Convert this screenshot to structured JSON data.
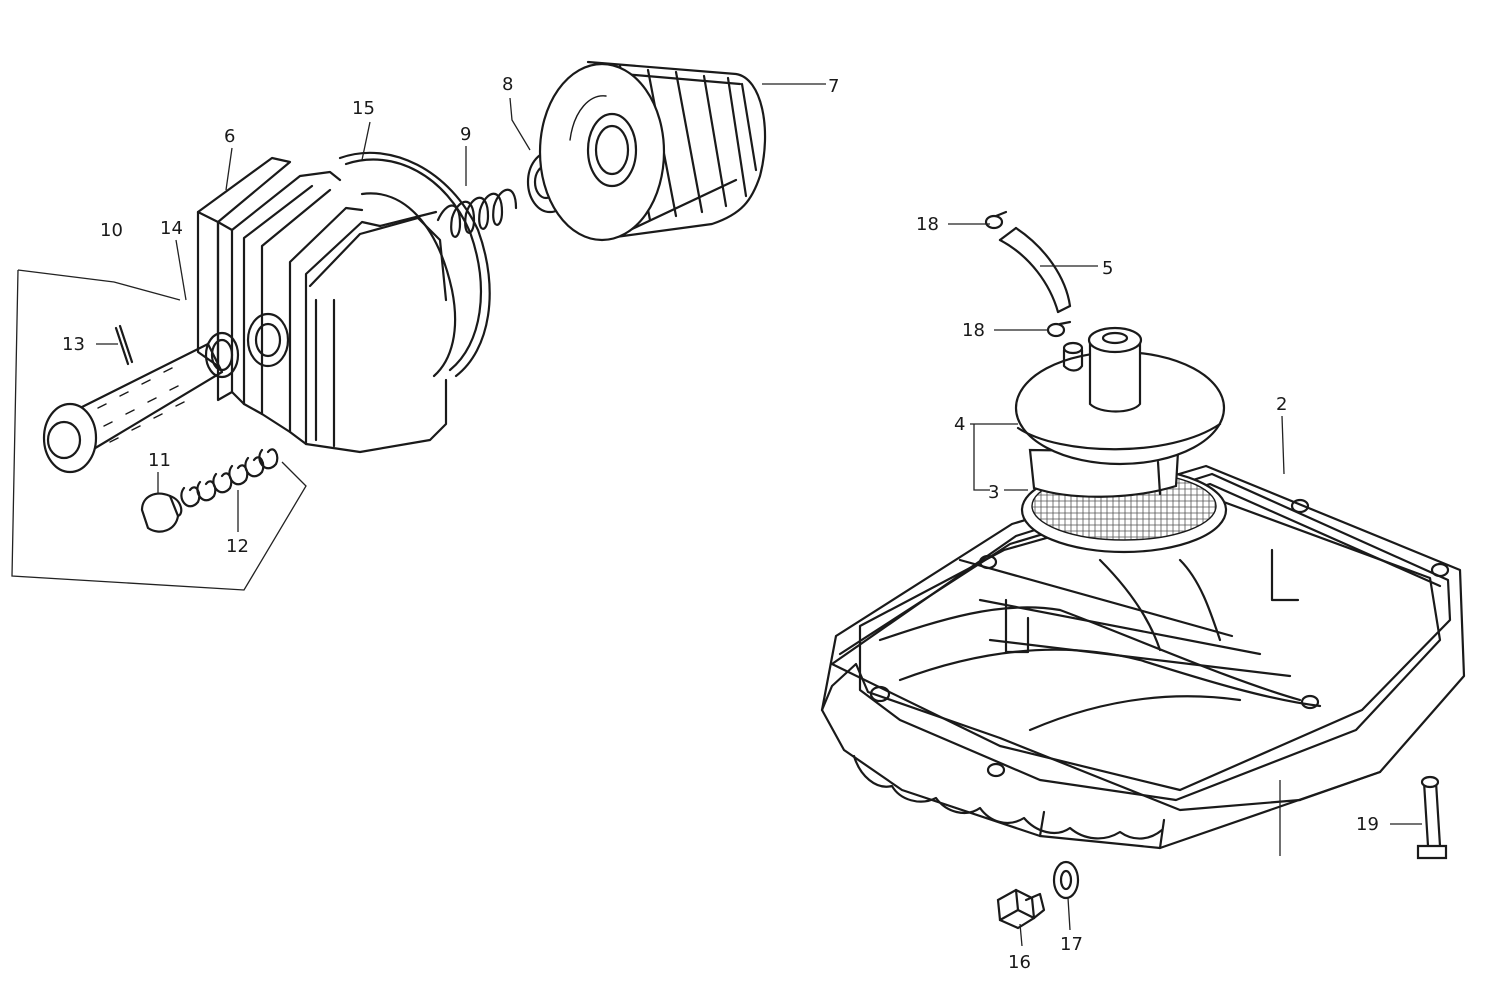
{
  "diagram": {
    "callouts": {
      "c1": "2",
      "c2": "3",
      "c3": "4",
      "c4": "5",
      "c5": "6",
      "c6": "7",
      "c7": "8",
      "c8": "9",
      "c9": "10",
      "c10": "11",
      "c11": "12",
      "c12": "13",
      "c13": "14",
      "c14": "15",
      "c15": "16",
      "c16": "17",
      "c17": "18",
      "c18": "18",
      "c19": "19"
    }
  }
}
